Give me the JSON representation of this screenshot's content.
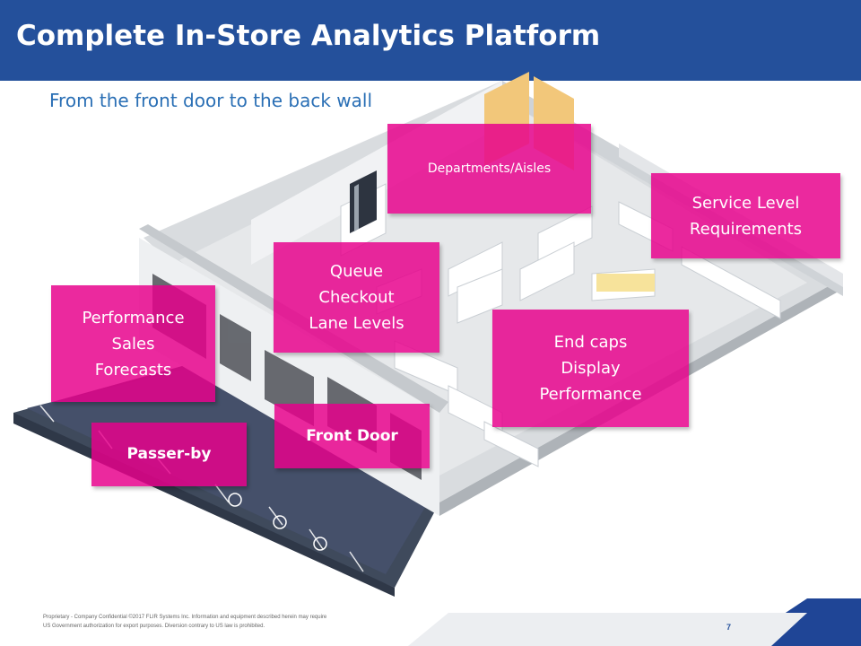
{
  "slide": {
    "title": "Complete In-Store Analytics Platform",
    "subtitle": "From the front door to the back wall",
    "page_number": "7"
  },
  "callouts": {
    "departments": [
      "Departments/Aisles"
    ],
    "service": [
      "Service Level",
      "Requirements"
    ],
    "queue": [
      "Queue",
      "Checkout",
      "Lane Levels"
    ],
    "performance": [
      "Performance",
      "Sales",
      "Forecasts"
    ],
    "endcaps": [
      "End caps",
      "Display",
      "Performance"
    ],
    "front_door": [
      "Front Door"
    ],
    "passer_by": [
      "Passer-by"
    ]
  },
  "footer": {
    "line1": "Proprietary - Company Confidential ©2017 FLIR Systems Inc. Information and equipment described herein may require",
    "line2": "US Government authorization for export purposes. Diversion contrary to US law is prohibited."
  },
  "colors": {
    "header": "#24509b",
    "callout": "#e7008c",
    "subtitle": "#2a6fb5",
    "accent_blue": "#1f4596"
  }
}
